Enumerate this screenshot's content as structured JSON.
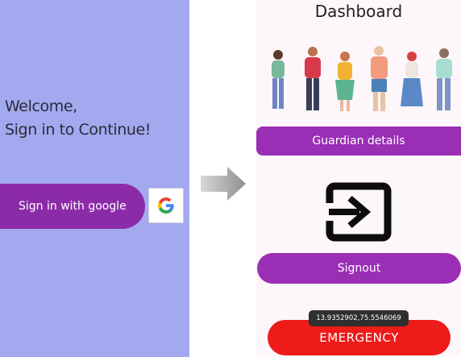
{
  "login": {
    "welcome_line1": "Welcome,",
    "welcome_line2": "Sign in to Continue!",
    "google_button_label": "Sign in with google",
    "google_icon": "google-g-logo"
  },
  "transition_icon": "right-arrow",
  "dashboard": {
    "title": "Dashboard",
    "illustration": "group-of-people",
    "guardian_button_label": "Guardian details",
    "exit_icon": "exit-icon",
    "signout_button_label": "Signout",
    "coordinates_toast": "13.9352902,75.5546069",
    "emergency_button_label": "EMERGENCY"
  },
  "colors": {
    "login_background": "#a3a9ee",
    "purple_button": "#9a2fb6",
    "emergency_red": "#ef1a1a",
    "dashboard_background": "#fdf6fa"
  }
}
